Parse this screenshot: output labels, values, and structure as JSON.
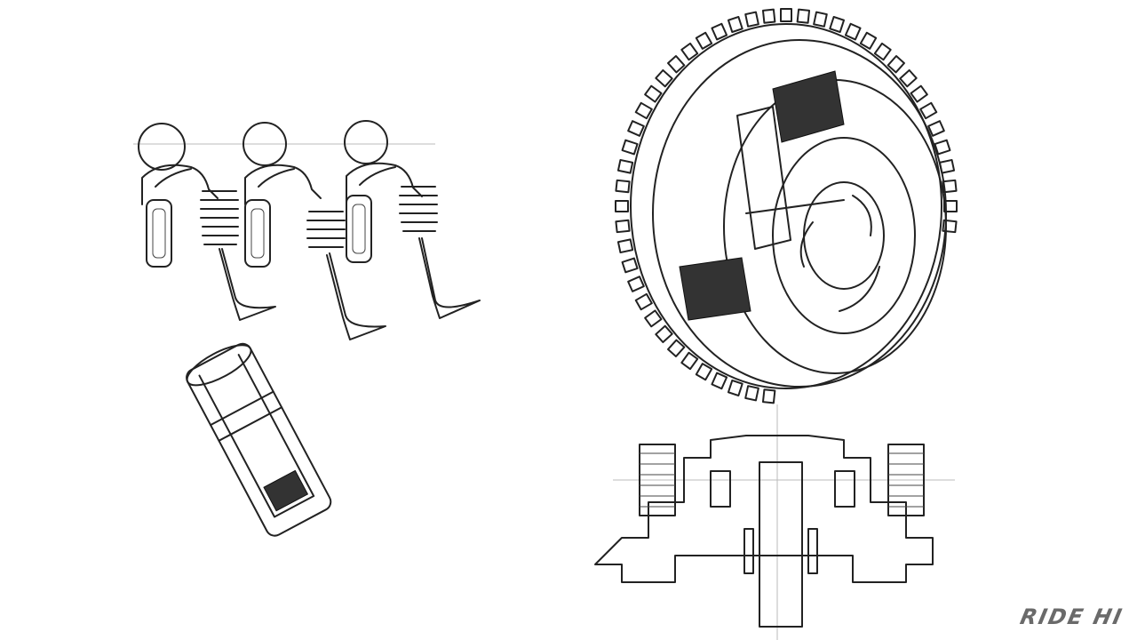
{
  "logo": {
    "text": "RIDE HI",
    "color": "#6a6a6a"
  },
  "illustrations": [
    "valve-rocker-assemblies",
    "hydraulic-tappet-cutaway",
    "clutch-gear-cutaway",
    "clutch-cross-section"
  ]
}
